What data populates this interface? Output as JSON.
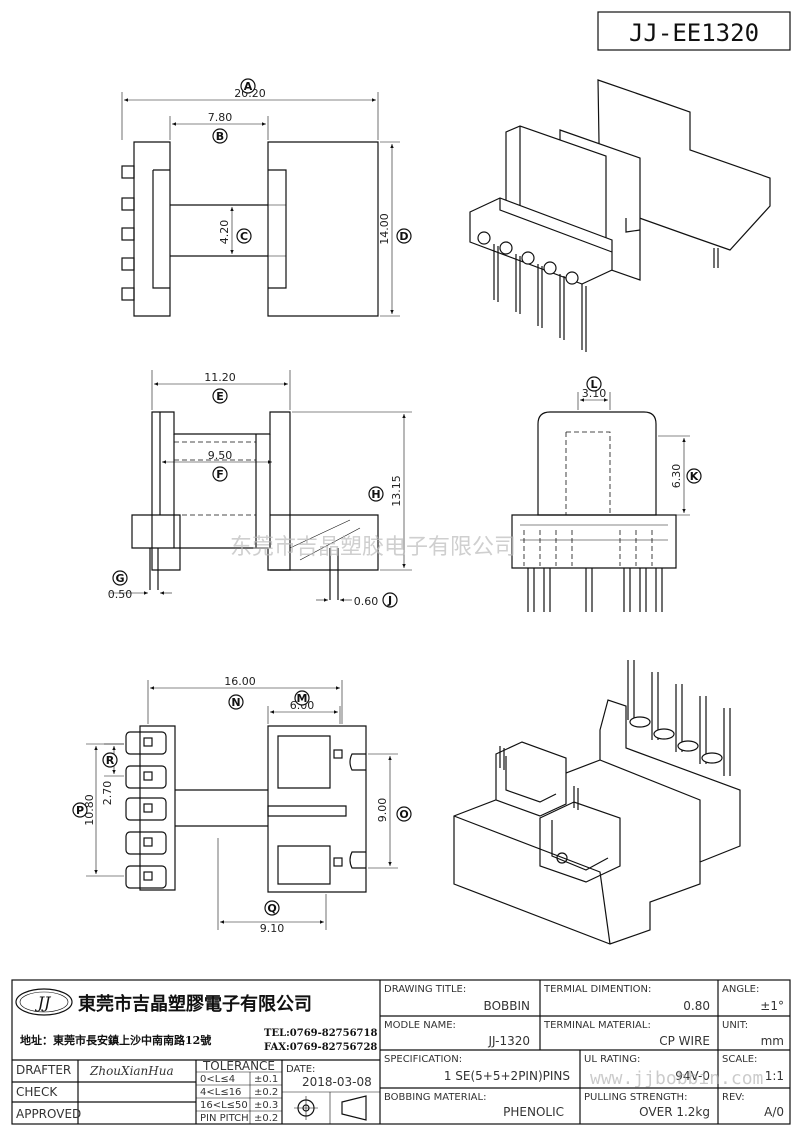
{
  "drawing_number": "JJ-EE1320",
  "watermark": "东莞市吉晶塑胶电子有限公司",
  "views": {
    "top_view": {
      "dims": {
        "A": "20.20",
        "B": "7.80",
        "C": "4.20",
        "D": "14.00"
      }
    },
    "front_view": {
      "dims": {
        "E": "11.20",
        "F": "9.50",
        "G": "0.50",
        "H": "13.15",
        "J": "0.60"
      }
    },
    "side_view": {
      "dims": {
        "L": "3.10",
        "K": "6.30"
      }
    },
    "bottom_view": {
      "dims": {
        "N": "16.00",
        "M": "6.00",
        "R": "2.70",
        "P": "10.80",
        "O": "9.00",
        "Q": "9.10"
      }
    }
  },
  "labels": [
    "A",
    "B",
    "C",
    "D",
    "E",
    "F",
    "G",
    "H",
    "J",
    "K",
    "L",
    "M",
    "N",
    "O",
    "P",
    "Q",
    "R"
  ],
  "title_block": {
    "logo_text": "JJ",
    "company_name": "東莞市吉晶塑膠電子有限公司",
    "address": "地址：東莞市長安鎮上沙中南南路12號",
    "tel": "TEL:0769-82756718",
    "fax": "FAX:0769-82756728",
    "drafter_label": "DRAFTER",
    "drafter_value": "ZhouXianHua",
    "check_label": "CHECK",
    "approved_label": "APPROVED",
    "tolerance_label": "TOLERANCE",
    "tolerances": [
      {
        "range": "0<L≤4",
        "value": "±0.1"
      },
      {
        "range": "4<L≤16",
        "value": "±0.2"
      },
      {
        "range": "16<L≤50",
        "value": "±0.3"
      },
      {
        "range": "PIN PITCH",
        "value": "±0.2"
      }
    ],
    "date_label": "DATE:",
    "date_value": "2018-03-08",
    "drawing_title_label": "DRAWING TITLE:",
    "drawing_title_value": "BOBBIN",
    "terminal_dimension_label": "TERMIAL DIMENTION:",
    "terminal_dimension_value": "0.80",
    "angle_label": "ANGLE:",
    "angle_value": "±1°",
    "model_name_label": "MODLE NAME:",
    "model_name_value": "JJ-1320",
    "terminal_material_label": "TERMINAL MATERIAL:",
    "terminal_material_value": "CP WIRE",
    "unit_label": "UNIT:",
    "unit_value": "mm",
    "specification_label": "SPECIFICATION:",
    "specification_value": "1 SE(5+5+2PIN)PINS",
    "ul_rating_label": "UL RATING:",
    "ul_rating_value": "94V-0",
    "scale_label": "SCALE:",
    "scale_value": "1:1",
    "bobbing_material_label": "BOBBING MATERIAL:",
    "bobbing_material_value": "PHENOLIC",
    "pulling_strength_label": "PULLING STRENGTH:",
    "pulling_strength_value": "OVER 1.2kg",
    "rev_label": "REV:",
    "rev_value": "A/0",
    "site_watermark": "www.jjbobbin.com"
  }
}
